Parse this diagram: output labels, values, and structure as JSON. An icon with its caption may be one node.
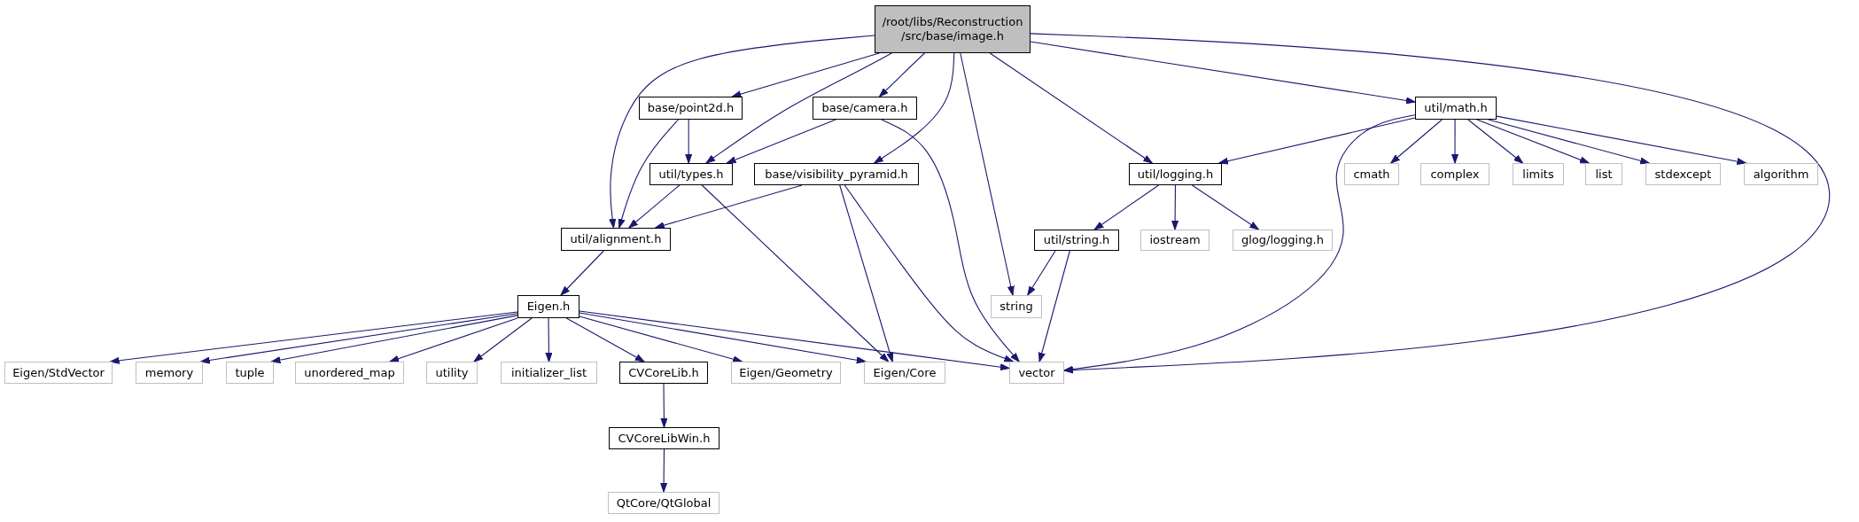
{
  "diagram": {
    "nodes": [
      {
        "text": [
          "/root/libs/Reconstruction /src/base/image.h"
        ]
      },
      {
        "text": [
          "base/point2d.h"
        ]
      },
      {
        "text": [
          "base/camera.h"
        ]
      },
      {
        "text": [
          "util/math.h"
        ]
      },
      {
        "text": [
          "util/types.h"
        ]
      },
      {
        "text": [
          "base/visibility_pyramid.h"
        ]
      },
      {
        "text": [
          "util/logging.h"
        ]
      },
      {
        "text": [
          "cmath"
        ]
      },
      {
        "text": [
          "complex"
        ]
      },
      {
        "text": [
          "limits"
        ]
      },
      {
        "text": [
          "list"
        ]
      },
      {
        "text": [
          "stdexcept"
        ]
      },
      {
        "text": [
          "algorithm"
        ]
      },
      {
        "text": [
          "util/alignment.h"
        ]
      },
      {
        "text": [
          "util/string.h"
        ]
      },
      {
        "text": [
          "iostream"
        ]
      },
      {
        "text": [
          "glog/logging.h"
        ]
      },
      {
        "text": [
          "Eigen.h"
        ]
      },
      {
        "text": [
          "string"
        ]
      },
      {
        "text": [
          "Eigen/StdVector"
        ]
      },
      {
        "text": [
          "memory"
        ]
      },
      {
        "text": [
          "tuple"
        ]
      },
      {
        "text": [
          "unordered_map"
        ]
      },
      {
        "text": [
          "utility"
        ]
      },
      {
        "text": [
          "initializer_list"
        ]
      },
      {
        "text": [
          "CVCoreLib.h"
        ]
      },
      {
        "text": [
          "Eigen/Geometry"
        ]
      },
      {
        "text": [
          "Eigen/Core"
        ]
      },
      {
        "text": [
          "vector"
        ]
      },
      {
        "text": [
          "CVCoreLibWin.h"
        ]
      },
      {
        "text": [
          "QtCore/QtGlobal"
        ]
      }
    ],
    "edges": [
      {
        "from": 0,
        "to": 13,
        "arrow": "to"
      },
      {
        "from": 0,
        "to": 1,
        "arrow": "to"
      },
      {
        "from": 0,
        "to": 4,
        "arrow": "to"
      },
      {
        "from": 0,
        "to": 2,
        "arrow": "to"
      },
      {
        "from": 0,
        "to": 5,
        "arrow": "to"
      },
      {
        "from": 0,
        "to": 18,
        "arrow": "to"
      },
      {
        "from": 0,
        "to": 6,
        "arrow": "to"
      },
      {
        "from": 0,
        "to": 3,
        "arrow": "to"
      },
      {
        "from": 0,
        "to": 28,
        "arrow": "to"
      },
      {
        "from": 1,
        "to": 4,
        "arrow": "to"
      },
      {
        "from": 1,
        "to": 13,
        "arrow": "to"
      },
      {
        "from": 2,
        "to": 4,
        "arrow": "to"
      },
      {
        "from": 2,
        "to": 28,
        "arrow": "to"
      },
      {
        "from": 4,
        "to": 13,
        "arrow": "to"
      },
      {
        "from": 4,
        "to": 27,
        "arrow": "to"
      },
      {
        "from": 5,
        "to": 13,
        "arrow": "to"
      },
      {
        "from": 5,
        "to": 27,
        "arrow": "to"
      },
      {
        "from": 5,
        "to": 28,
        "arrow": "to"
      },
      {
        "from": 13,
        "to": 17,
        "arrow": "to"
      },
      {
        "from": 3,
        "to": 6,
        "arrow": "to"
      },
      {
        "from": 3,
        "to": 7,
        "arrow": "to"
      },
      {
        "from": 3,
        "to": 8,
        "arrow": "to"
      },
      {
        "from": 3,
        "to": 9,
        "arrow": "to"
      },
      {
        "from": 3,
        "to": 10,
        "arrow": "to"
      },
      {
        "from": 3,
        "to": 11,
        "arrow": "to"
      },
      {
        "from": 3,
        "to": 12,
        "arrow": "to"
      },
      {
        "from": 3,
        "to": 28,
        "arrow": "to"
      },
      {
        "from": 6,
        "to": 14,
        "arrow": "to"
      },
      {
        "from": 6,
        "to": 15,
        "arrow": "to"
      },
      {
        "from": 6,
        "to": 16,
        "arrow": "to"
      },
      {
        "from": 14,
        "to": 18,
        "arrow": "to"
      },
      {
        "from": 14,
        "to": 28,
        "arrow": "to"
      },
      {
        "from": 17,
        "to": 19,
        "arrow": "to"
      },
      {
        "from": 17,
        "to": 20,
        "arrow": "to"
      },
      {
        "from": 17,
        "to": 21,
        "arrow": "to"
      },
      {
        "from": 17,
        "to": 22,
        "arrow": "to"
      },
      {
        "from": 17,
        "to": 23,
        "arrow": "to"
      },
      {
        "from": 17,
        "to": 24,
        "arrow": "to"
      },
      {
        "from": 17,
        "to": 25,
        "arrow": "to"
      },
      {
        "from": 17,
        "to": 26,
        "arrow": "to"
      },
      {
        "from": 17,
        "to": 27,
        "arrow": "to"
      },
      {
        "from": 17,
        "to": 28,
        "arrow": "to"
      },
      {
        "from": 25,
        "to": 29,
        "arrow": "to"
      },
      {
        "from": 29,
        "to": 30,
        "arrow": "to"
      }
    ]
  }
}
